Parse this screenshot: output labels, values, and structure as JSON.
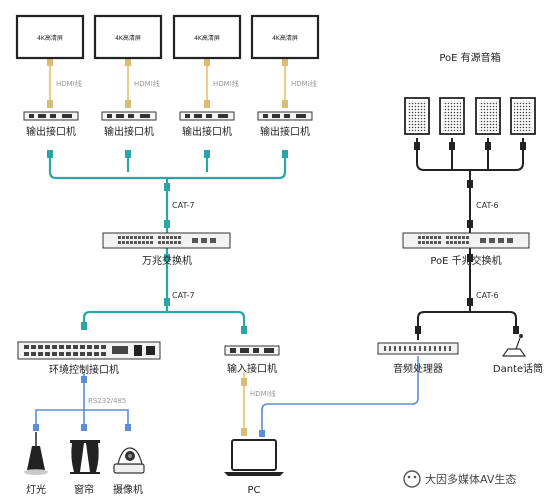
{
  "screens": [
    {
      "label": "4K高清屏",
      "cable": "HDMI线",
      "device": "输出接口机"
    },
    {
      "label": "4K高清屏",
      "cable": "HDMI线",
      "device": "输出接口机"
    },
    {
      "label": "4K高清屏",
      "cable": "HDMI线",
      "device": "输出接口机"
    },
    {
      "label": "4K高清屏",
      "cable": "HDMI线",
      "device": "输出接口机"
    }
  ],
  "speakers_title": "PoE 有源音箱",
  "cat7_upper": "CAT-7",
  "cat7_lower": "CAT-7",
  "cat6_upper": "CAT-6",
  "cat6_lower": "CAT-6",
  "switch_10g": "万兆交换机",
  "switch_poe": "PoE 千兆交换机",
  "env_controller": "环境控制接口机",
  "input_box": "输入接口机",
  "audio_processor": "音频处理器",
  "dante_mic": "Dante话筒",
  "rs_cable": "RS232/485",
  "hdmi_pc": "HDMI线",
  "lamp": "灯光",
  "curtain": "窗帘",
  "camera": "摄像机",
  "pc": "PC",
  "watermark": "大因多媒体AV生态",
  "colors": {
    "teal": "#2aa6a6",
    "hdmi": "#e8cf8a",
    "blue": "#5b8ed6",
    "black": "#222222"
  }
}
